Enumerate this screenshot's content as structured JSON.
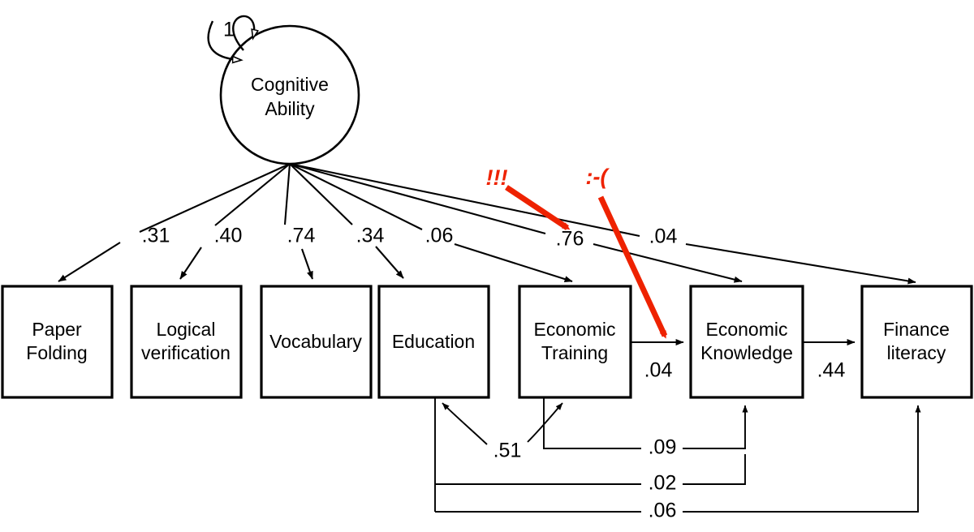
{
  "diagram": {
    "type": "structural-equation-model-path-diagram",
    "background_color": "#ffffff",
    "line_color": "#000000",
    "annotation_color": "#ee2200"
  },
  "latent": {
    "name": "cognitive-ability",
    "label_line1": "Cognitive",
    "label_line2": "Ability",
    "variance_label": "1"
  },
  "indicators": [
    {
      "id": "paper-folding",
      "label_line1": "Paper",
      "label_line2": "Folding"
    },
    {
      "id": "logical-verification",
      "label_line1": "Logical",
      "label_line2": "verification"
    },
    {
      "id": "vocabulary",
      "label_line1": "Vocabulary",
      "label_line2": ""
    },
    {
      "id": "education",
      "label_line1": "Education",
      "label_line2": ""
    },
    {
      "id": "economic-training",
      "label_line1": "Economic",
      "label_line2": "Training"
    },
    {
      "id": "economic-knowledge",
      "label_line1": "Economic",
      "label_line2": "Knowledge"
    },
    {
      "id": "finance-literacy",
      "label_line1": "Finance",
      "label_line2": "literacy"
    }
  ],
  "loadings": [
    {
      "from": "cognitive-ability",
      "to": "paper-folding",
      "value": ".31"
    },
    {
      "from": "cognitive-ability",
      "to": "logical-verification",
      "value": ".40"
    },
    {
      "from": "cognitive-ability",
      "to": "vocabulary",
      "value": ".74"
    },
    {
      "from": "cognitive-ability",
      "to": "education",
      "value": ".34"
    },
    {
      "from": "cognitive-ability",
      "to": "economic-training",
      "value": ".06"
    },
    {
      "from": "cognitive-ability",
      "to": "economic-knowledge",
      "value": ".76"
    },
    {
      "from": "cognitive-ability",
      "to": "finance-literacy",
      "value": ".04"
    }
  ],
  "regressions": [
    {
      "from": "economic-training",
      "to": "economic-knowledge",
      "value": ".04"
    },
    {
      "from": "economic-knowledge",
      "to": "finance-literacy",
      "value": ".44"
    },
    {
      "from": "economic-training",
      "to": "economic-knowledge",
      "value": ".09",
      "route": "bottom"
    },
    {
      "from": "education",
      "to": "economic-knowledge",
      "value": ".02",
      "route": "bottom"
    },
    {
      "from": "education",
      "to": "finance-literacy",
      "value": ".06",
      "route": "bottom"
    }
  ],
  "covariances": [
    {
      "between": [
        "education",
        "economic-training"
      ],
      "value": ".51"
    }
  ],
  "annotations": [
    {
      "id": "exclamation-annotation",
      "text": "!!!",
      "points_to": ".76 path coefficient"
    },
    {
      "id": "sad-face-annotation",
      "text": ":-(",
      "points_to": ".04 economic training to economic knowledge path"
    }
  ]
}
